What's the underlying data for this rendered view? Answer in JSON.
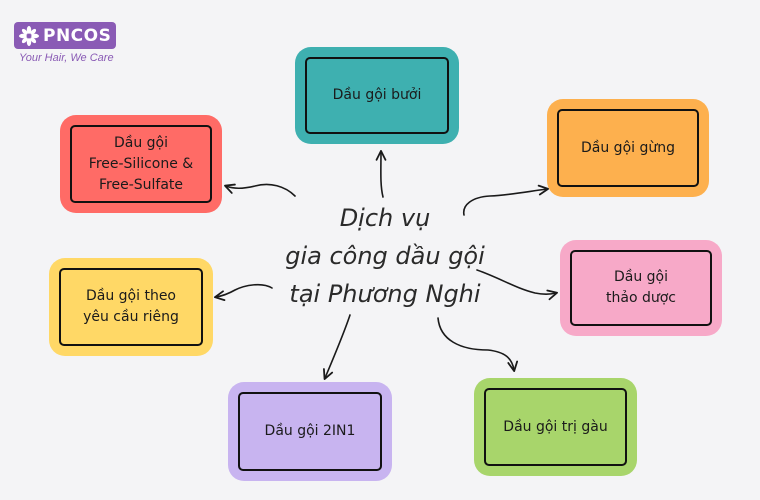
{
  "logo": {
    "brand": "PNCOS",
    "tagline": "Your Hair, We Care",
    "color": "#8a5bb5"
  },
  "center": {
    "lines": [
      "Dịch vụ",
      "gia công dầu gội",
      "tại Phương Nghi"
    ]
  },
  "nodes": {
    "buoi": {
      "lines": [
        "Dầu gội bưởi"
      ],
      "color": "#3eb0b0"
    },
    "gung": {
      "lines": [
        "Dầu gội gừng"
      ],
      "color": "#fdb04e"
    },
    "thaoduoc": {
      "lines": [
        "Dầu gội",
        "thảo dược"
      ],
      "color": "#f7a9c8"
    },
    "trigau": {
      "lines": [
        "Dầu gội trị gàu"
      ],
      "color": "#a8d56b"
    },
    "twoinone": {
      "lines": [
        "Dầu gội 2IN1"
      ],
      "color": "#c8b4f0"
    },
    "theoyeucau": {
      "lines": [
        "Dầu gội theo",
        "yêu cầu riêng"
      ],
      "color": "#ffd866"
    },
    "freesilicone": {
      "lines": [
        "Dầu gội",
        "Free-Silicone &",
        "Free-Sulfate"
      ],
      "color": "#ff6b66"
    }
  }
}
